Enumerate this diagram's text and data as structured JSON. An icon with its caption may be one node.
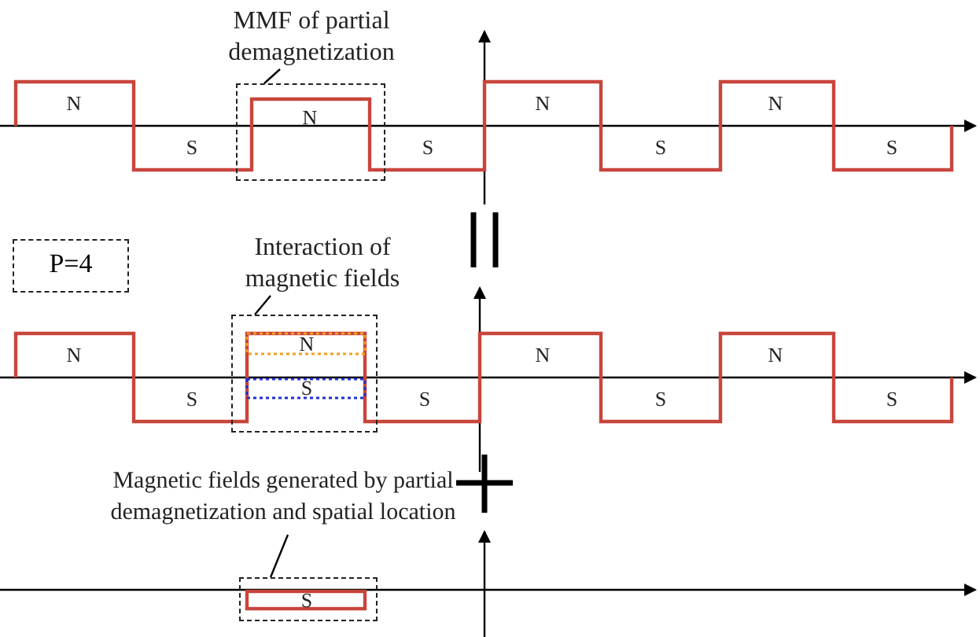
{
  "diagram": {
    "nodes": [
      {
        "text": [
          "MMF of partial demagnetization"
        ]
      },
      {
        "text": [],
        "shape": "box"
      },
      {
        "text": [
          "P=4"
        ]
      },
      {
        "text": [
          "Interaction of magnetic fields"
        ]
      },
      {
        "text": [],
        "shape": "box"
      },
      {
        "text": [
          "Magnetic fields generated by partial demagnetization and spatial location"
        ]
      },
      {
        "text": [],
        "shape": "box"
      }
    ],
    "edges": [
      {
        "from": 0,
        "to": 1,
        "arrow": "none"
      },
      {
        "from": 3,
        "to": 4,
        "arrow": "none"
      },
      {
        "from": 5,
        "to": 6,
        "arrow": "none"
      }
    ],
    "labels": [
      "N",
      "S",
      "N",
      "S",
      "N",
      "S",
      "N",
      "S",
      "N",
      "S",
      "N",
      "S",
      "S",
      "N",
      "S",
      "N",
      "S",
      "S"
    ]
  }
}
